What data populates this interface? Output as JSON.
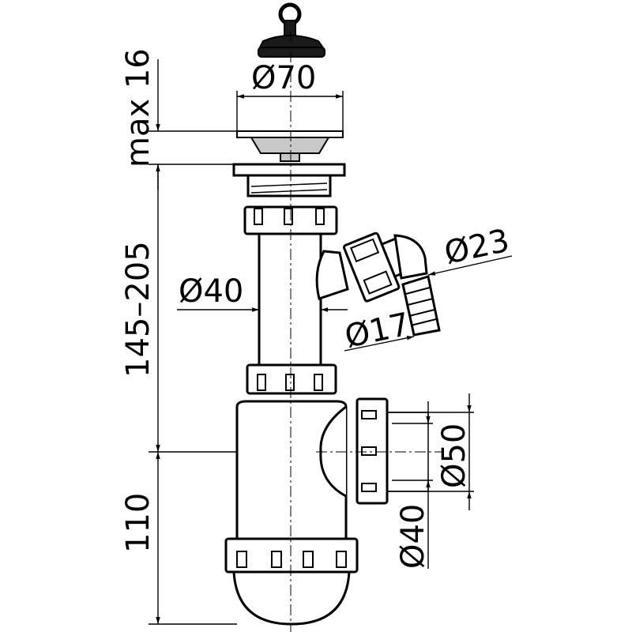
{
  "dimensions": {
    "top_diameter": "Ø70",
    "max_height": "max 16",
    "pipe_height": "145–205",
    "pipe_diameter": "Ø40",
    "bottle_height": "110",
    "outlet_diameter_50": "Ø50",
    "outlet_diameter_40": "Ø40",
    "side_inlet_diameter": "Ø23",
    "hose_diameter": "Ø17"
  },
  "colors": {
    "line": "#000000",
    "background": "#ffffff",
    "metal": "#c8c8c8",
    "rubber": "#1a1a1a"
  }
}
